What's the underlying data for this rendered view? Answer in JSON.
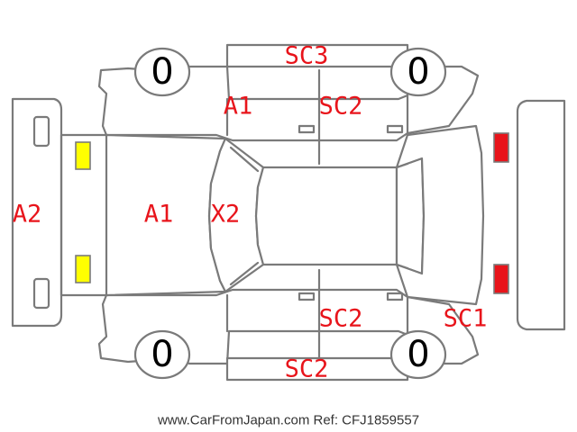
{
  "tires": {
    "front_left": "0",
    "front_right": "0",
    "rear_left": "0",
    "rear_right": "0"
  },
  "damage_codes": {
    "top_pillar": "SC3",
    "left_front_door": "A1",
    "left_rear_door": "SC2",
    "front_bumper": "A2",
    "hood": "A1",
    "windshield": "X2",
    "right_rear_door": "SC2",
    "rear_right_quarter": "SC1",
    "bottom_pillar": "SC2"
  },
  "lamp_colors": {
    "front": "#ffff00",
    "rear": "#e8141b"
  },
  "footer": "www.CarFromJapan.com Ref: CFJ1859557"
}
